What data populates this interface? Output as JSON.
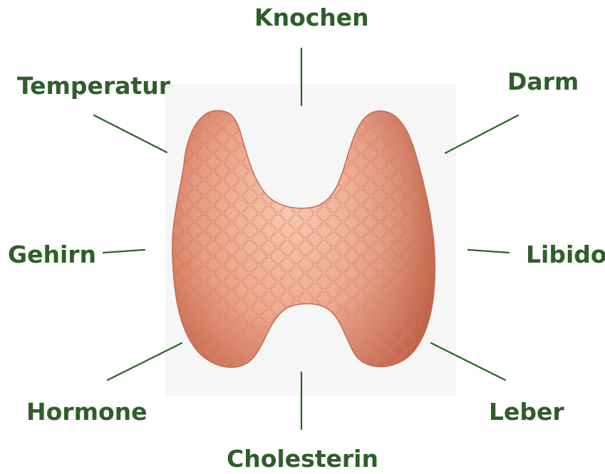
{
  "diagram": {
    "center_image": "thyroid-gland",
    "labels": {
      "knochen": "Knochen",
      "temperatur": "Temperatur",
      "darm": "Darm",
      "gehirn": "Gehirn",
      "libido": "Libido",
      "hormone": "Hormone",
      "leber": "Leber",
      "cholesterin": "Cholesterin"
    },
    "colors": {
      "label_text": "#2f5e2a",
      "connector": "#2f5e2a",
      "gland_light": "#f4b79b",
      "gland_dark": "#c8684d"
    }
  }
}
